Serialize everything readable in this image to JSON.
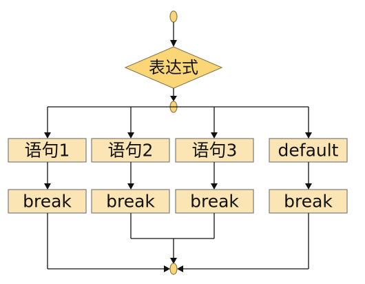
{
  "diagram": {
    "expression_label": "表达式",
    "cases": [
      {
        "label": "语句1",
        "action": "break"
      },
      {
        "label": "语句2",
        "action": "break"
      },
      {
        "label": "语句3",
        "action": "break"
      },
      {
        "label": "default",
        "action": "break"
      }
    ]
  },
  "colors": {
    "box_fill": "#fbe5b5",
    "diamond_fill": "#fad677",
    "connector_fill": "#fad677",
    "line": "#111111"
  }
}
